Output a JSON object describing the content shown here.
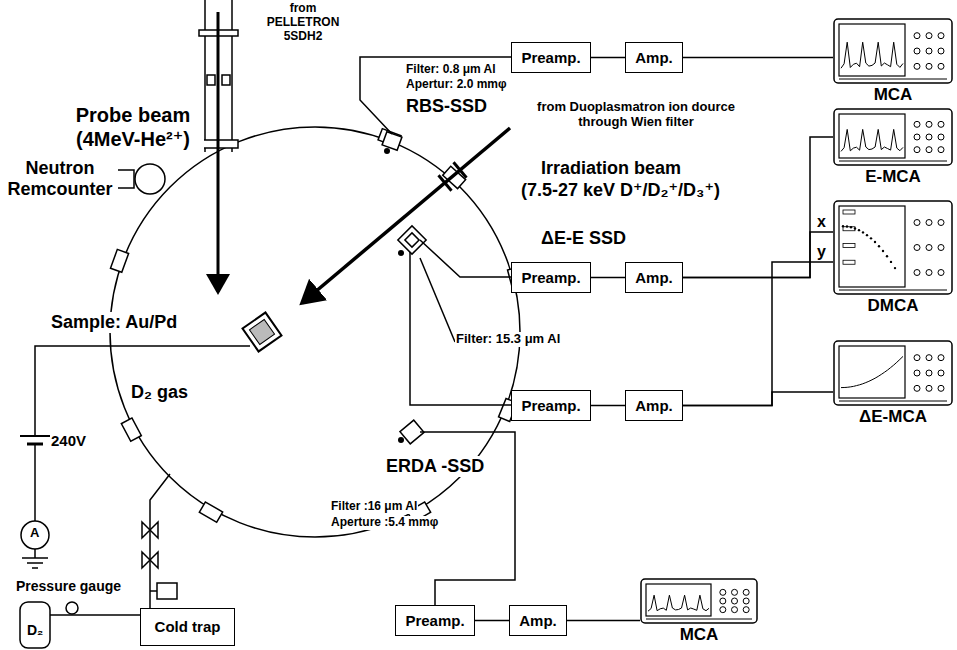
{
  "diagram": {
    "nodes": [
      {
        "text": [
          "Preamp."
        ]
      },
      {
        "text": [
          "Amp."
        ]
      },
      {
        "text": [
          "MCA"
        ]
      },
      {
        "text": [
          "E-MCA"
        ]
      },
      {
        "text": [
          "DMCA"
        ]
      },
      {
        "text": [
          "Preamp."
        ]
      },
      {
        "text": [
          "Amp."
        ]
      },
      {
        "text": [
          "Preamp."
        ]
      },
      {
        "text": [
          "Amp."
        ]
      },
      {
        "text": [
          "ΔE-MCA"
        ]
      },
      {
        "text": [
          "Cold trap"
        ]
      },
      {
        "text": [
          "Preamp."
        ]
      },
      {
        "text": [
          "Amp."
        ]
      },
      {
        "text": [
          "MCA"
        ]
      }
    ],
    "edges": [
      {
        "from": 0,
        "to": 1,
        "arrow": "none"
      },
      {
        "from": 1,
        "to": 2,
        "arrow": "none"
      },
      {
        "from": 5,
        "to": 6,
        "arrow": "none"
      },
      {
        "from": 6,
        "to": 3,
        "arrow": "none"
      },
      {
        "from": 6,
        "to": 4,
        "label": "x",
        "arrow": "none"
      },
      {
        "from": 7,
        "to": 8,
        "arrow": "none"
      },
      {
        "from": 8,
        "to": 4,
        "label": "y",
        "arrow": "none"
      },
      {
        "from": 8,
        "to": 9,
        "arrow": "none"
      },
      {
        "from": 11,
        "to": 12,
        "arrow": "none"
      },
      {
        "from": 12,
        "to": 13,
        "arrow": "none"
      }
    ],
    "labels": [
      "from PELLETRON 5SDH2",
      "Probe beam",
      "(4MeV-He²⁺)",
      "Neutron Remcounter",
      "Filter: 0.8 μm Al",
      "Apertur: 2.0 mmφ",
      "RBS-SSD",
      "from Duoplasmatron ion dource through Wien filter",
      "Irradiation beam",
      "(7.5-27 keV D⁺/D₂⁺/D₃⁺)",
      "Sample: Au/Pd",
      "D₂ gas",
      "ΔE-E SSD",
      "240V",
      "A",
      "Filter: 15.3 μm Al",
      "ERDA -SSD",
      "Filter :16 μm Al",
      "Aperture :5.4 mmφ",
      "Pressure gauge",
      "D₂"
    ]
  }
}
